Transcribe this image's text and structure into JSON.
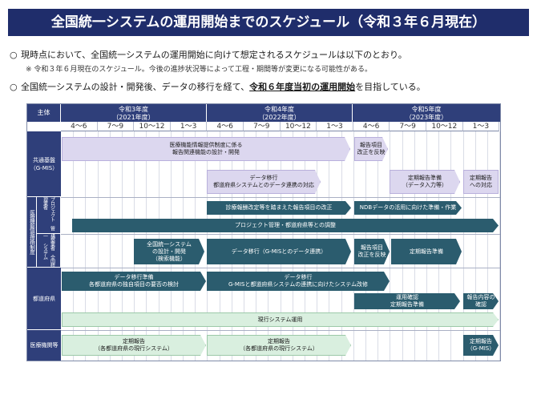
{
  "title": "全国統一システムの運用開始までのスケジュール（令和３年６月現在）",
  "bullets": [
    {
      "mark": "○",
      "text": "現時点において、全国統一システムの運用開始に向けて想定されるスケジュールは以下のとおり。"
    },
    {
      "mark": "○",
      "text_before": "全国統一システムの設計・開発後、データの移行を経て、",
      "emphasis": "令和６年度当初の運用開始",
      "text_after": "を目指している。"
    }
  ],
  "note": "※ 令和３年６月現在のスケジュール。今後の進捗状況等によって工程・期間等が変更になる可能性がある。",
  "header": {
    "subject": "主体",
    "years": [
      {
        "line1": "令和3年度",
        "line2": "（2021年度）"
      },
      {
        "line1": "令和4年度",
        "line2": "（2022年度）"
      },
      {
        "line1": "令和5年度",
        "line2": "（2023年度）"
      }
    ],
    "quarters": [
      "4～6",
      "7～9",
      "10～12",
      "1～3",
      "4～6",
      "7～9",
      "10～12",
      "1～3",
      "4～6",
      "7～9",
      "10～12",
      "1～3"
    ]
  },
  "lanes": {
    "gmis": "共通基盤\n（G-MIS）",
    "facility_group": "医療機能情報提供制度",
    "sub1": "プロジェクト\n管理業者",
    "sub2": "構築業者\n全国統一\nシステム",
    "pref": "都道府県",
    "inst": "医療機関等"
  },
  "bars": {
    "b1": "医療機能情報提供制度に係る\n報告関連機能の設計・開発",
    "b2": "報告項目\n改正を反映",
    "b3": "データ移行\n都道府県システムとのデータ連携の対応",
    "b4": "定期報告準備\n（データ入力等）",
    "b5": "定期報告\nへの対応",
    "b6": "診療報酬改定等を踏まえた報告項目の改正",
    "b7": "NDBデータの活用に向けた準備・作業",
    "b8": "プロジェクト管理・都道府県等との調整",
    "b9": "全国統一システム\nの設計・開発\n（検索機能）",
    "b10": "データ移行（G-MISとのデータ連携）",
    "b11": "報告項目\n改正を反映",
    "b12": "定期報告準備",
    "b13": "データ移行準備\n各都道府県の独自項目の要否の検討",
    "b14": "データ移行\nG-MISと都道府県システムの連携に向けたシステム改修",
    "b15": "運用確認\n定期報告準備",
    "b16": "報告内容の\n確認",
    "b17": "現行システム運用",
    "b18": "定期報告\n（各都道府県の現行システム）",
    "b19": "定期報告\n（各都道府県の現行システム）",
    "b20": "定期報告\n（G-MIS）"
  },
  "colors": {
    "navy": "#1f2d6b",
    "header_blue": "#2f3f7a",
    "teal_bar": "#2b5c6e",
    "lavender_bar": "#dcd7ef",
    "green_bar": "#d9efdf"
  }
}
